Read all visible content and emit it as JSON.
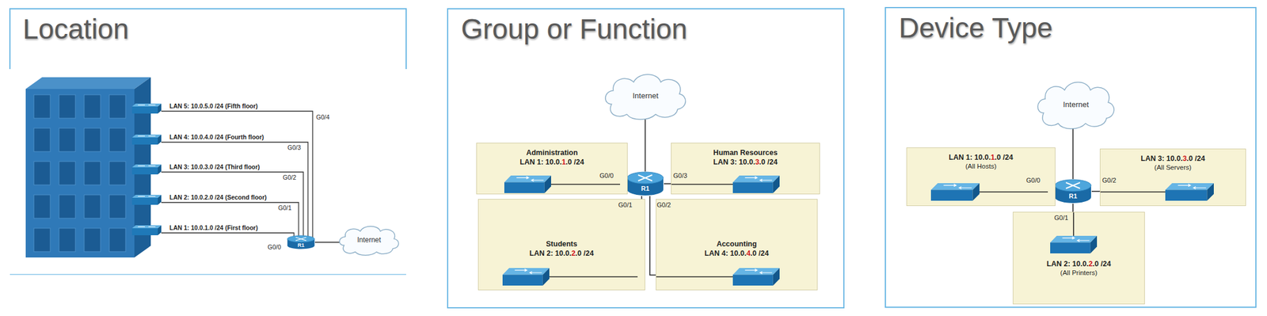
{
  "diagram": {
    "nodes": [
      {
        "text": [
          "Location"
        ]
      },
      {
        "text": [
          "R1"
        ],
        "in": 0
      },
      {
        "text": [
          "Internet"
        ],
        "in": 0
      },
      {
        "text": [
          "Group or Function"
        ]
      },
      {
        "text": [
          "Internet"
        ],
        "in": 3
      },
      {
        "text": [
          "R1"
        ],
        "in": 3
      },
      {
        "text": [
          "Administration",
          "LAN 1: 10.0.1.0 /24"
        ],
        "in": 3
      },
      {
        "text": [
          "Human Resources",
          "LAN 3: 10.0.3.0 /24"
        ],
        "in": 3
      },
      {
        "text": [
          "Students",
          "LAN 2: 10.0.2.0 /24"
        ],
        "in": 3
      },
      {
        "text": [
          "Accounting",
          "LAN 4: 10.0.4.0 /24"
        ],
        "in": 3
      },
      {
        "text": [
          "Device Type"
        ]
      },
      {
        "text": [
          "Internet"
        ],
        "in": 10
      },
      {
        "text": [
          "R1"
        ],
        "in": 10
      },
      {
        "text": [
          "LAN 1: 10.0.1.0 /24",
          "(All Hosts)"
        ],
        "in": 10
      },
      {
        "text": [
          "LAN 3: 10.0.3.0 /24",
          "(All Servers)"
        ],
        "in": 10
      },
      {
        "text": [
          "LAN 2: 10.0.2.0 /24",
          "(All Printers)"
        ],
        "in": 10
      }
    ],
    "edges": [
      {
        "from": 1,
        "to": 2,
        "arrow": "none"
      },
      {
        "from": 5,
        "to": 4,
        "arrow": "none"
      },
      {
        "from": 5,
        "to": 6,
        "label": "G0/0",
        "arrow": "none"
      },
      {
        "from": 5,
        "to": 7,
        "label": "G0/3",
        "arrow": "none"
      },
      {
        "from": 5,
        "to": 8,
        "label": "G0/1",
        "arrow": "none"
      },
      {
        "from": 5,
        "to": 9,
        "label": "G0/2",
        "arrow": "none"
      },
      {
        "from": 12,
        "to": 11,
        "arrow": "none"
      },
      {
        "from": 12,
        "to": 13,
        "label": "G0/0",
        "arrow": "none"
      },
      {
        "from": 12,
        "to": 14,
        "label": "G0/2",
        "arrow": "none"
      },
      {
        "from": 12,
        "to": 15,
        "label": "G0/1",
        "arrow": "none"
      }
    ],
    "labels": [
      "LAN 5: 10.0.5.0 /24 (Fifth floor)",
      "G0/4",
      "LAN 4: 10.0.4.0 /24 (Fourth floor)",
      "G0/3",
      "LAN 3: 10.0.3.0 /24 (Third floor)",
      "G0/2",
      "LAN 2: 10.0.2.0 /24 (Second floor)",
      "G0/1",
      "LAN 1: 10.0.1.0 /24 (First floor)",
      "G0/0"
    ]
  }
}
